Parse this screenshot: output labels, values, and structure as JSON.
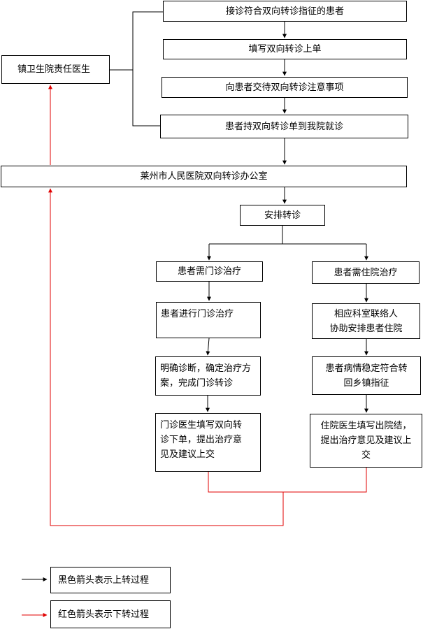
{
  "nodes": {
    "n1": "接诊符合双向转诊指征的患者",
    "n2": "填写双向转诊上单",
    "n3": "向患者交待双向转诊注意事项",
    "n4": "患者持双向转诊单到我院就诊",
    "doctor": "镇卫生院责任医生",
    "office": "莱州市人民医院双向转诊办公室",
    "arrange": "安排转诊",
    "outpatient_need": "患者需门诊治疗",
    "inpatient_need": "患者需住院治疗",
    "outpatient_treat": "患者进行门诊治疗",
    "dept_contact": "相应科室联络人\n协助安排患者住院",
    "diagnose": "明确诊断，确定治疗方\n案，完成门诊转诊",
    "stable": "患者病情稳定符合转\n回乡镇指征",
    "outpatient_doc": "门诊医生填写双向转\n诊下单，提出治疗意\n见及建议上交",
    "inpatient_doc": "住院医生填写出院结，\n提出治疗意见及建议上\n交"
  },
  "legend": {
    "black_label": "黑色箭头表示上转过程",
    "red_label": "红色箭头表示下转过程"
  },
  "colors": {
    "upward": "#000000",
    "downward": "#e00000"
  }
}
